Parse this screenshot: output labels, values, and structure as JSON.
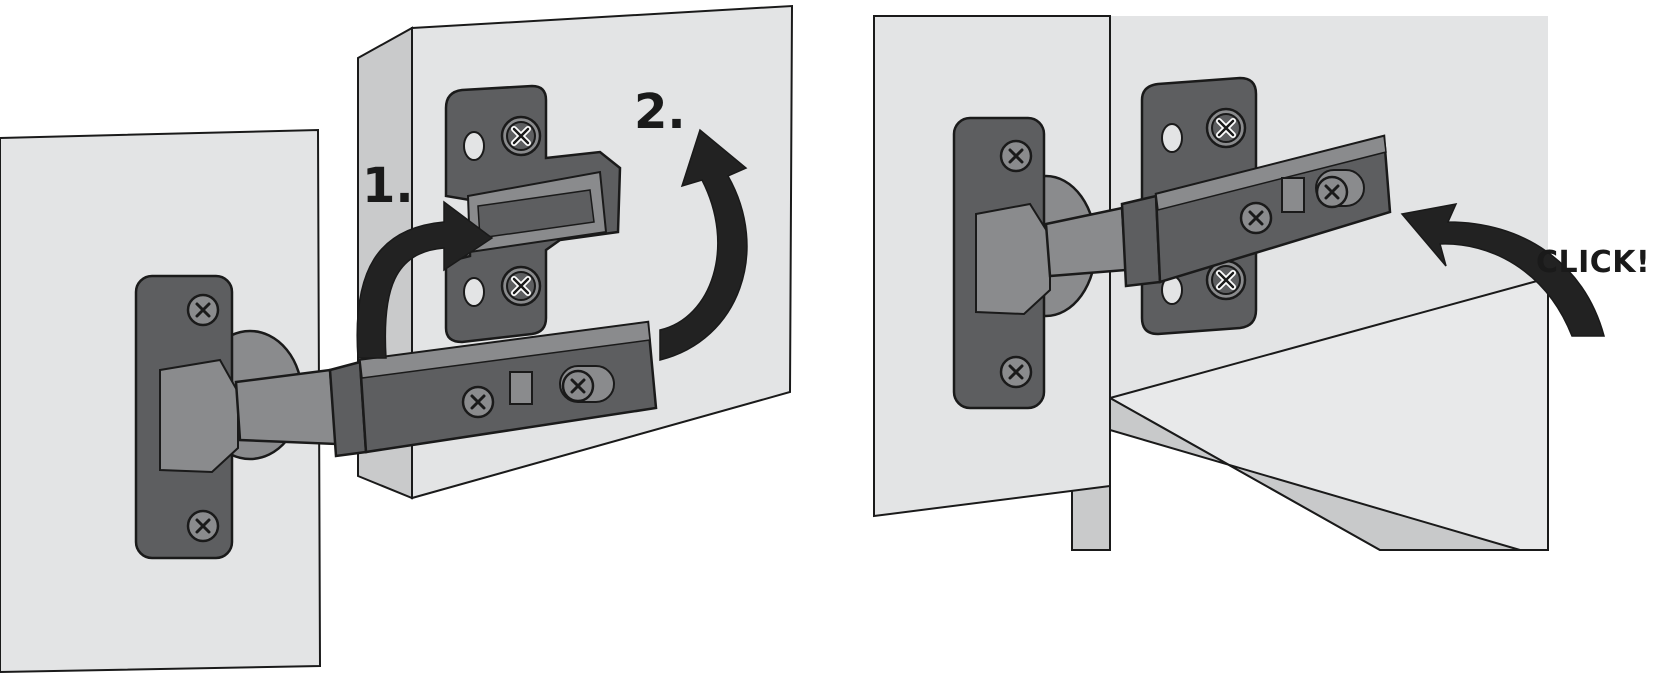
{
  "labels": {
    "step1": "1.",
    "step2": "2.",
    "click": "CLICK!"
  },
  "colors": {
    "panel": "#e3e4e5",
    "panel_side": "#c9cacb",
    "shelf_top": "#e8e9ea",
    "shelf_front": "#c8c9ca",
    "hinge_metal": "#5d5e60",
    "hinge_dark": "#3f4042",
    "hinge_light": "#8a8b8d",
    "arrow": "#222222",
    "outline": "#1a1a1a"
  },
  "icons": [
    "phillips-screw-icon",
    "curved-arrow-icon"
  ]
}
